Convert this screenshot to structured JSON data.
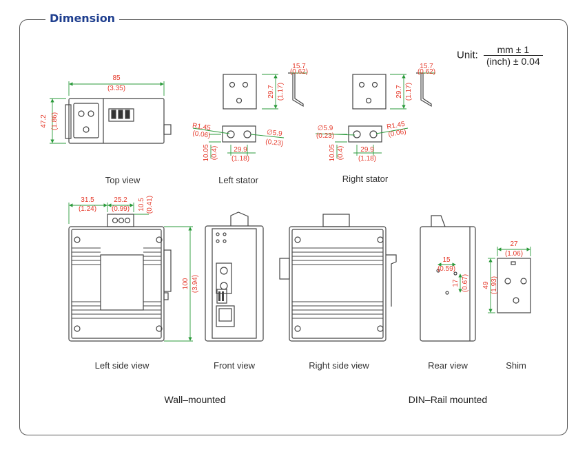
{
  "title": "Dimension",
  "unit": {
    "label": "Unit:",
    "numerator": "mm ± 1",
    "denominator": "(inch) ± 0.04"
  },
  "colors": {
    "dimension": "#e53a2b",
    "dimension_line": "#2a9a3a",
    "outline": "#444444",
    "title": "#1f3f8f"
  },
  "views": {
    "top": "Top view",
    "left_stator": "Left stator",
    "right_stator": "Right stator",
    "left_side": "Left side view",
    "front": "Front view",
    "right_side": "Right side view",
    "rear": "Rear view",
    "shim": "Shim"
  },
  "groups": {
    "wall": "Wall–mounted",
    "din": "DIN–Rail mounted"
  },
  "dims": {
    "top_w": "85",
    "top_w_in": "(3.35)",
    "top_h": "47.2",
    "top_h_in": "(1.86)",
    "ls_tab": "15.7",
    "ls_tab_in": "(0.62)",
    "ls_h": "29.7",
    "ls_h_in": "(1.17)",
    "ls_r": "R1.45",
    "ls_r_in": "(0.06)",
    "ls_d": "∅5.9",
    "ls_d_in": "(0.23)",
    "ls_off": "10.05",
    "ls_off_in": "(0.4)",
    "ls_w": "29.9",
    "ls_w_in": "(1.18)",
    "rs_tab": "15.7",
    "rs_tab_in": "(0.62)",
    "rs_h": "29.7",
    "rs_h_in": "(1.17)",
    "rs_d": "∅5.9",
    "rs_d_in": "(0.23)",
    "rs_r": "R1.45",
    "rs_r_in": "(0.06)",
    "rs_off": "10.05",
    "rs_off_in": "(0.4)",
    "rs_w": "29.9",
    "rs_w_in": "(1.18)",
    "lsv_a": "31.5",
    "lsv_a_in": "(1.24)",
    "lsv_b": "25.2",
    "lsv_b_in": "(0.99)",
    "lsv_c": "10.5",
    "lsv_c_in": "(0.41)",
    "lsv_h": "100",
    "lsv_h_in": "(3.94)",
    "rear_a": "15",
    "rear_a_in": "(0.59)",
    "rear_b": "17",
    "rear_b_in": "(0.67)",
    "shim_w": "27",
    "shim_w_in": "(1.06)",
    "shim_h": "49",
    "shim_h_in": "(1.93)"
  }
}
